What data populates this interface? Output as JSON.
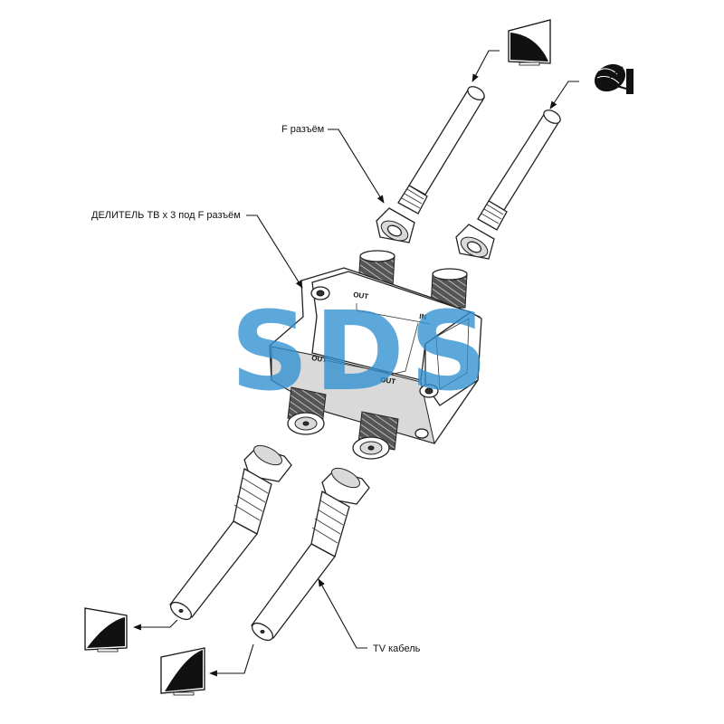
{
  "labels": {
    "f_connector": "F разъём",
    "splitter": "ДЕЛИТЕЛЬ ТВ х 3 под F разъём",
    "tv_cable": "TV кабель"
  },
  "ports": {
    "out_top": "OUT",
    "in": "IN",
    "out_left": "OUT",
    "out_bottom": "OUT"
  },
  "watermark": {
    "text": "SDS",
    "color": "#2f8fcf"
  },
  "icons": [
    "tv-icon",
    "satellite-dish-icon",
    "tv-icon",
    "tv-icon"
  ]
}
